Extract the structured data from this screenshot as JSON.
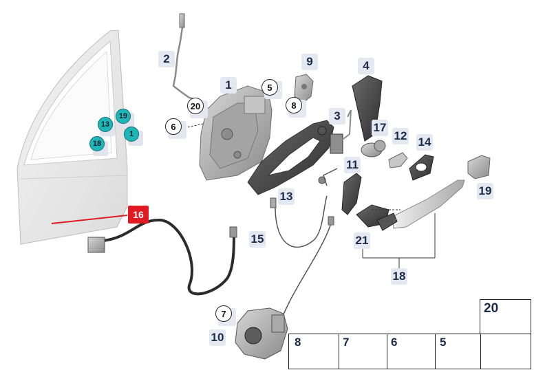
{
  "diagram": {
    "callouts": [
      {
        "id": "c1",
        "text": "1"
      },
      {
        "id": "c2",
        "text": "2"
      },
      {
        "id": "c3",
        "text": "3"
      },
      {
        "id": "c4",
        "text": "4"
      },
      {
        "id": "c9",
        "text": "9"
      },
      {
        "id": "c10",
        "text": "10"
      },
      {
        "id": "c11",
        "text": "11"
      },
      {
        "id": "c12",
        "text": "12"
      },
      {
        "id": "c13",
        "text": "13"
      },
      {
        "id": "c14",
        "text": "14"
      },
      {
        "id": "c15",
        "text": "15"
      },
      {
        "id": "c17",
        "text": "17"
      },
      {
        "id": "c18",
        "text": "18"
      },
      {
        "id": "c19",
        "text": "19"
      },
      {
        "id": "c21",
        "text": "21"
      }
    ],
    "circled_callouts": [
      {
        "id": "o5",
        "text": "5"
      },
      {
        "id": "o6",
        "text": "6"
      },
      {
        "id": "o7",
        "text": "7"
      },
      {
        "id": "o8",
        "text": "8"
      },
      {
        "id": "o20",
        "text": "20"
      }
    ],
    "door_markers": [
      {
        "id": "t13",
        "text": "13"
      },
      {
        "id": "t19",
        "text": "19"
      },
      {
        "id": "t1",
        "text": "1"
      },
      {
        "id": "t18",
        "text": "18"
      }
    ],
    "highlight": {
      "text": "16",
      "color": "#e01a23"
    },
    "legend": [
      {
        "id": "l20",
        "text": "20"
      },
      {
        "id": "l8",
        "text": "8"
      },
      {
        "id": "l7",
        "text": "7"
      },
      {
        "id": "l6",
        "text": "6"
      },
      {
        "id": "l5",
        "text": "5"
      }
    ]
  }
}
